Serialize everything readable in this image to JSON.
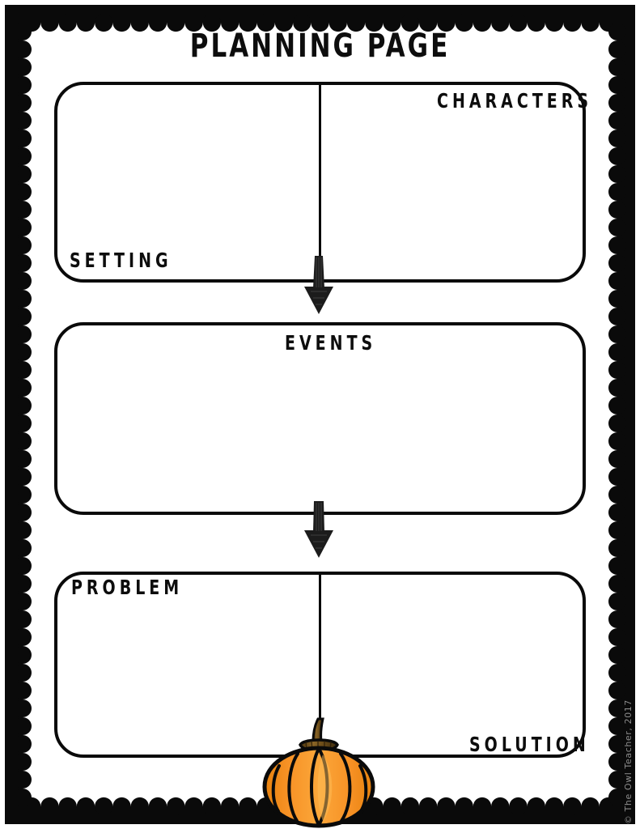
{
  "page": {
    "title": "PLANNING PAGE",
    "copyright": "© The Owl Teacher, 2017",
    "background_color": "#ffffff",
    "ink_color": "#0a0a0a",
    "border_style": "scalloped-black-frame"
  },
  "boxes": [
    {
      "id": "setting-characters",
      "labels": [
        {
          "name": "characters",
          "text": "CHARACTERS",
          "position": "top-right"
        },
        {
          "name": "setting",
          "text": "SETTING",
          "position": "bottom-left"
        }
      ],
      "has_divider": true
    },
    {
      "id": "events",
      "labels": [
        {
          "name": "events",
          "text": "EVENTS",
          "position": "top-center"
        }
      ],
      "has_divider": false
    },
    {
      "id": "problem-solution",
      "labels": [
        {
          "name": "problem",
          "text": "PROBLEM",
          "position": "top-left"
        },
        {
          "name": "solution",
          "text": "SOLUTION",
          "position": "bottom-right"
        }
      ],
      "has_divider": true
    }
  ],
  "arrows": [
    {
      "name": "setting-to-events",
      "from": "setting-characters",
      "to": "events",
      "direction": "down"
    },
    {
      "name": "events-to-problem",
      "from": "events",
      "to": "problem-solution",
      "direction": "down"
    }
  ],
  "illustration": {
    "name": "pumpkin",
    "body_color": "#F5921E",
    "highlight_color": "#FBB040",
    "shadow_color": "#E07B12",
    "stem_color": "#7B5A1E",
    "outline_color": "#0a0a0a"
  }
}
